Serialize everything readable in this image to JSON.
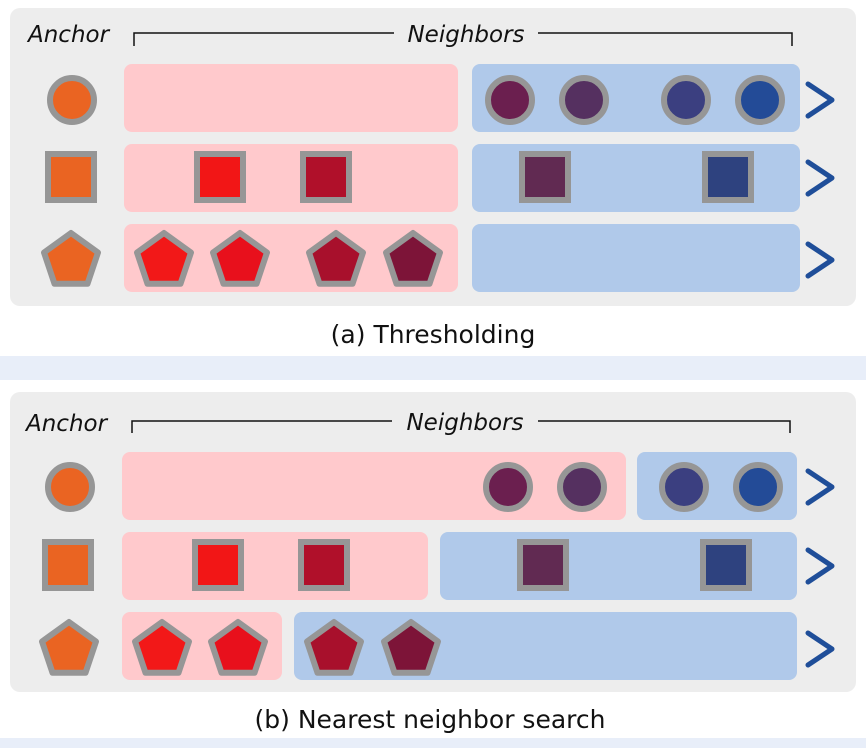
{
  "colors": {
    "panel_bg": "#ededed",
    "separator": "#e8eef9",
    "pink_region": "#ffc9cc",
    "blue_region": "#b0c9ea",
    "border_gray": "#969696",
    "anchor": "#ea6422",
    "arrow_end": "#1f4e99"
  },
  "panels": [
    {
      "anchor_label": "Anchor",
      "neighbors_label": "Neighbors",
      "caption": "(a) Thresholding",
      "rows": [
        {
          "shape": "circle",
          "marks": [
            {
              "color": "#ea6422"
            },
            {
              "color": "#6b1f4f"
            },
            {
              "color": "#553060"
            },
            {
              "color": "#3b3f80"
            },
            {
              "color": "#234b97"
            }
          ]
        },
        {
          "shape": "square",
          "marks": [
            {
              "color": "#ea6422"
            },
            {
              "color": "#f21616"
            },
            {
              "color": "#b0102a"
            },
            {
              "color": "#612a52"
            },
            {
              "color": "#2e427f"
            }
          ]
        },
        {
          "shape": "pentagon",
          "marks": [
            {
              "color": "#ea6422"
            },
            {
              "color": "#f21818"
            },
            {
              "color": "#e8101c"
            },
            {
              "color": "#a8102c"
            },
            {
              "color": "#7d1438"
            }
          ]
        }
      ]
    },
    {
      "anchor_label": "Anchor",
      "neighbors_label": "Neighbors",
      "caption": "(b) Nearest neighbor search",
      "rows": [
        {
          "shape": "circle",
          "marks": [
            {
              "color": "#ea6422"
            },
            {
              "color": "#6b1f4f"
            },
            {
              "color": "#553060"
            },
            {
              "color": "#3b3f80"
            },
            {
              "color": "#234b97"
            }
          ]
        },
        {
          "shape": "square",
          "marks": [
            {
              "color": "#ea6422"
            },
            {
              "color": "#f21616"
            },
            {
              "color": "#b0102a"
            },
            {
              "color": "#612a52"
            },
            {
              "color": "#2e427f"
            }
          ]
        },
        {
          "shape": "pentagon",
          "marks": [
            {
              "color": "#ea6422"
            },
            {
              "color": "#f21818"
            },
            {
              "color": "#e8101c"
            },
            {
              "color": "#a8102c"
            },
            {
              "color": "#7d1438"
            }
          ]
        }
      ]
    }
  ]
}
